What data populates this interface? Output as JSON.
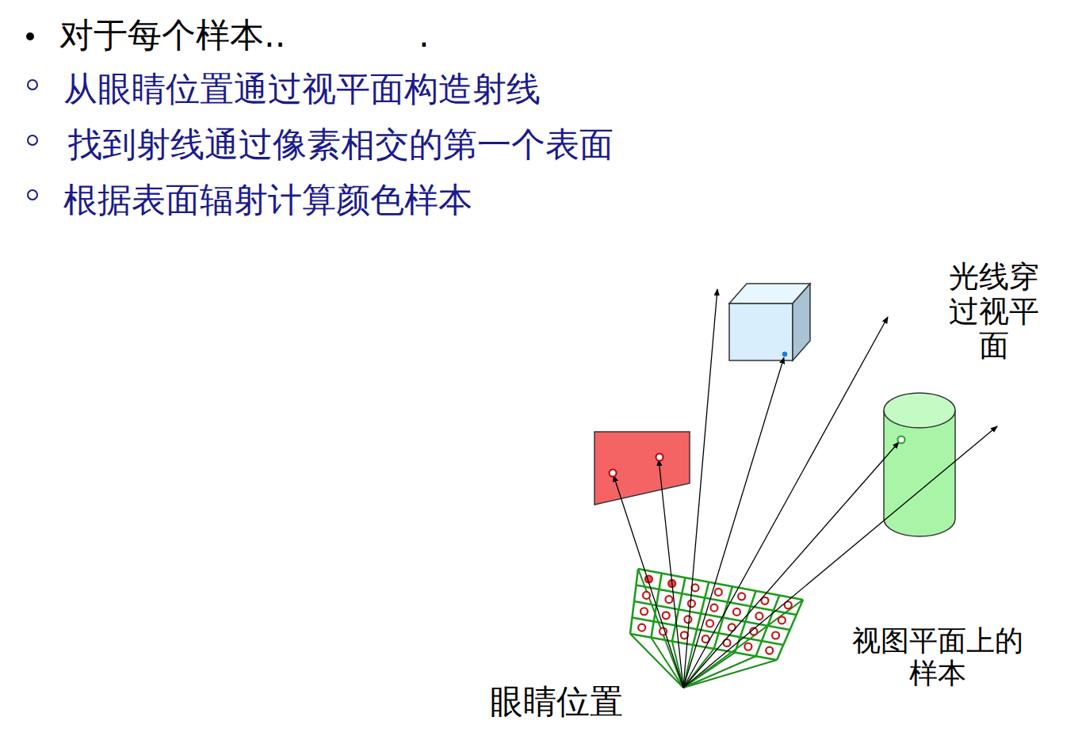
{
  "diagram": {
    "labels": [
      "对于每个样本..",
      ".",
      "从眼睛位置通过视平面构造射线",
      "找到射线通过像素相交的第一个表面",
      "根据表面辐射计算颜色样本",
      "光线穿过视平面",
      "视图平面上的样本",
      "眼睛位置"
    ]
  }
}
